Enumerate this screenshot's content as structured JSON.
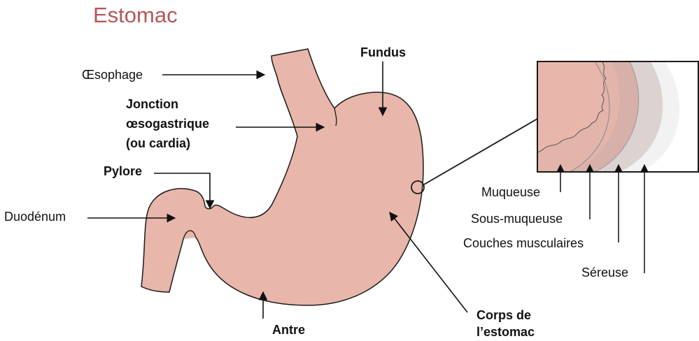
{
  "title": "Estomac",
  "colors": {
    "title": "#b5575a",
    "stomach": "#e8b6aa",
    "outline": "#1a1a1a"
  },
  "labels": {
    "oesophage": "Œsophage",
    "fundus": "Fundus",
    "jonction_1": "Jonction",
    "jonction_2": "œsogastrique",
    "jonction_3": "(ou cardia)",
    "pylore": "Pylore",
    "duodenum": "Duodénum",
    "antre": "Antre",
    "corps_1": "Corps de",
    "corps_2": "l’estomac"
  },
  "layers": {
    "muqueuse": "Muqueuse",
    "sous_muqueuse": "Sous-muqueuse",
    "couches_musculaires": "Couches musculaires",
    "sereuse": "Séreuse"
  }
}
